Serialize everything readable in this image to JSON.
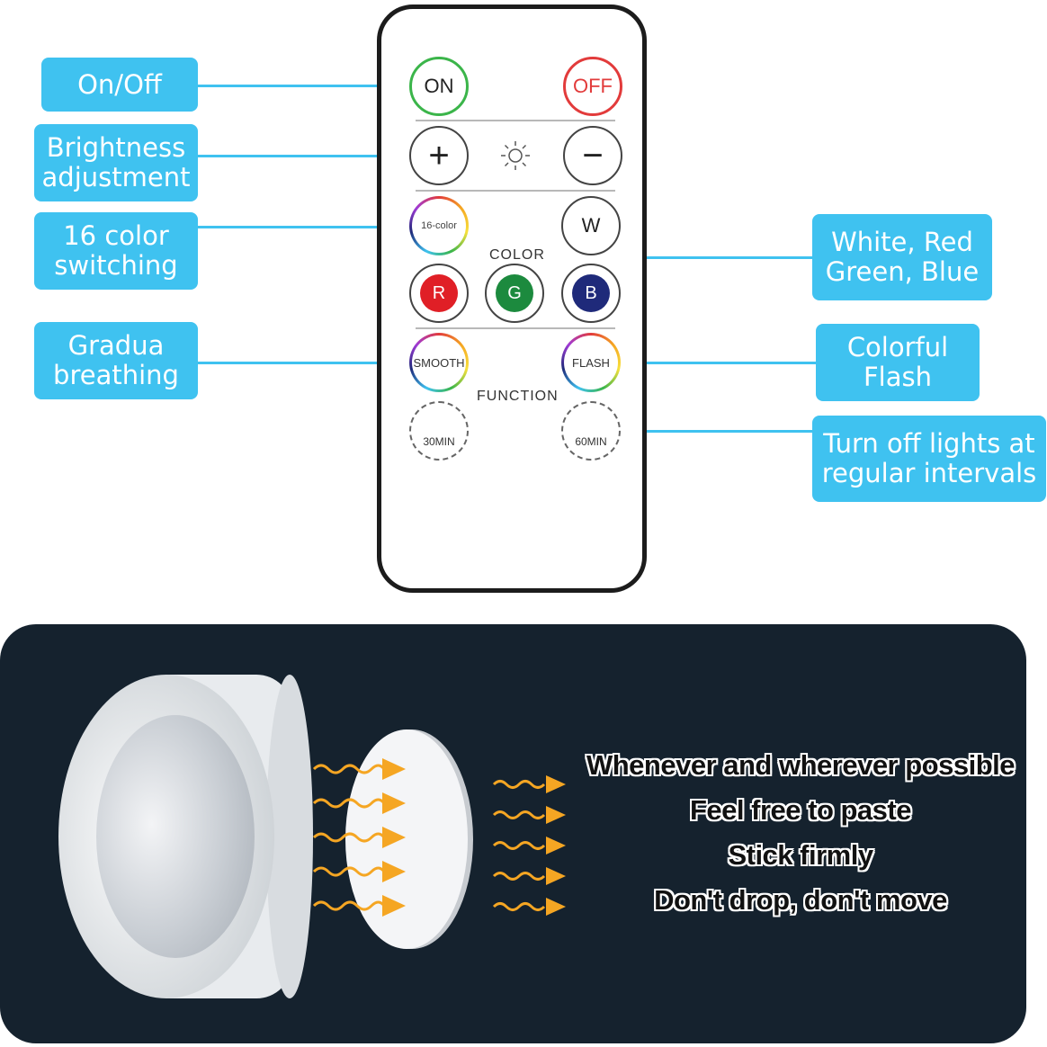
{
  "callouts": {
    "on_off": {
      "lines": [
        "On/Off"
      ]
    },
    "brightness": {
      "lines": [
        "Brightness",
        "adjustment"
      ]
    },
    "color16": {
      "lines": [
        "16 color",
        "switching"
      ]
    },
    "breathing": {
      "lines": [
        "Gradua",
        "breathing"
      ]
    },
    "wrgb": {
      "lines": [
        "White, Red",
        "Green, Blue"
      ]
    },
    "flash": {
      "lines": [
        "Colorful",
        "Flash"
      ]
    },
    "timer": {
      "lines": [
        "Turn off lights at",
        "regular intervals"
      ]
    }
  },
  "remote": {
    "on_label": "ON",
    "off_label": "OFF",
    "plus_label": "+",
    "minus_label": "−",
    "sun_icon": "sun-icon",
    "color16_label": "16-color",
    "w_label": "W",
    "color_heading": "COLOR",
    "r_label": "R",
    "g_label": "G",
    "b_label": "B",
    "smooth_label": "SMOOTH",
    "flash_label": "FLASH",
    "function_heading": "FUNCTION",
    "timer30_label": "30MIN",
    "timer60_label": "60MIN"
  },
  "slogans": [
    "Whenever and wherever possible",
    "Feel free to paste",
    "Stick firmly",
    "Don't drop, don't move"
  ],
  "colors": {
    "accent": "#3fc2f0",
    "panel": "#15222e",
    "arrow": "#f5a623",
    "on_green": "#3bb54a",
    "off_red": "#e23b3b",
    "btn_red": "#e01f26",
    "btn_green": "#1c8a3e",
    "btn_blue": "#1f2a7a"
  }
}
